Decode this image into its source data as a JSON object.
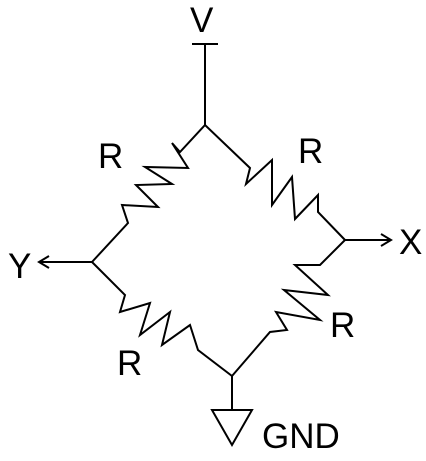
{
  "diagram": {
    "nodes": {
      "supply": "V",
      "output_right": "X",
      "output_left": "Y",
      "ground": "GND"
    },
    "resistors": {
      "upper_left": "R",
      "upper_right": "R",
      "lower_right": "R",
      "lower_left": "R"
    },
    "colors": {
      "line": "#000000",
      "background": "#ffffff"
    }
  }
}
